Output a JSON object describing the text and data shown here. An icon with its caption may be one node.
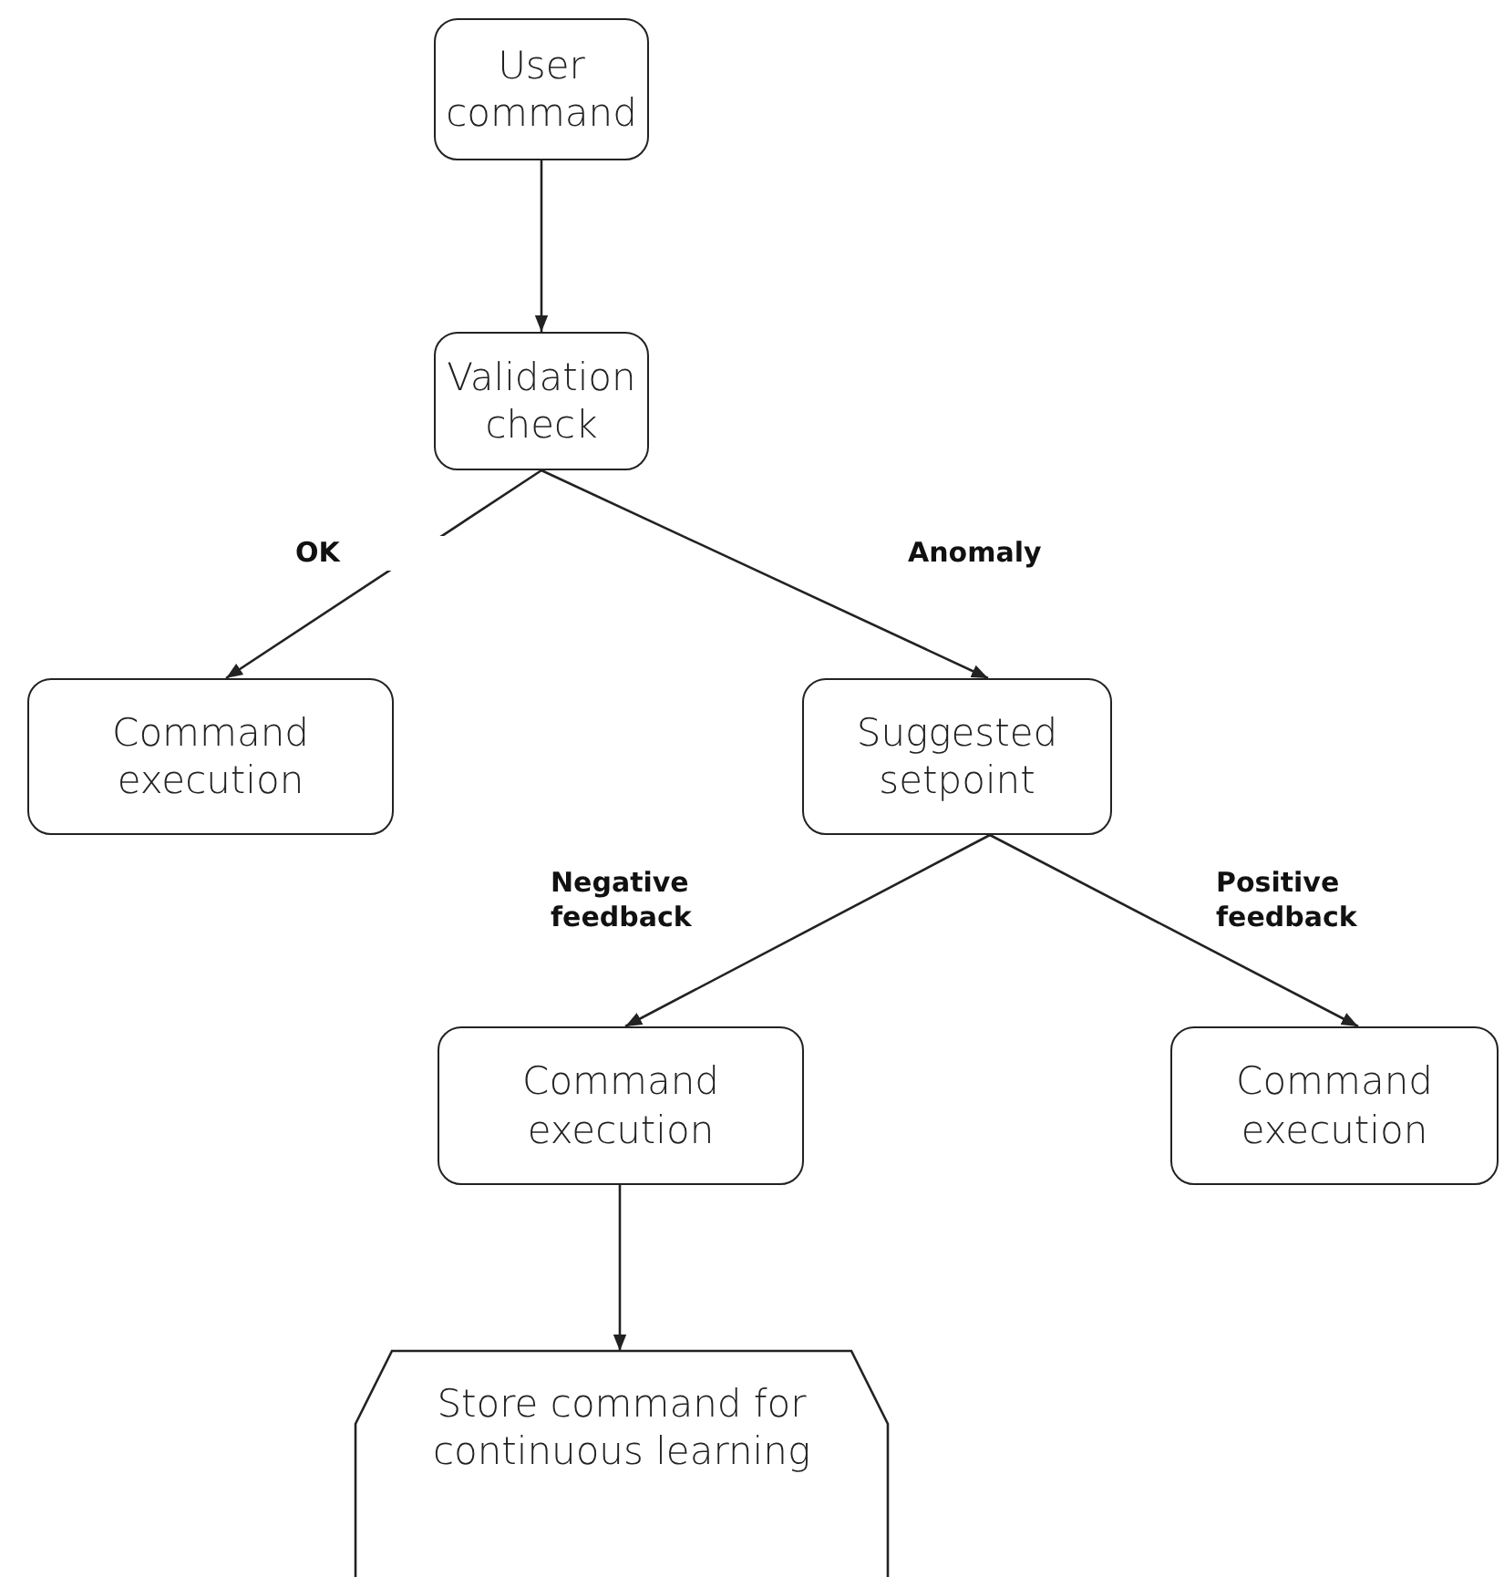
{
  "diagram": {
    "nodes": [
      {
        "text": [
          "User command"
        ]
      },
      {
        "text": [
          "Validation check"
        ]
      },
      {
        "text": [
          "Command execution"
        ]
      },
      {
        "text": [
          "Suggested setpoint"
        ]
      },
      {
        "text": [
          "Command execution"
        ]
      },
      {
        "text": [
          "Command execution"
        ]
      },
      {
        "text": [
          "Store command for continuous learning"
        ]
      }
    ],
    "edges": [
      {
        "from": 0,
        "to": 1,
        "arrow": "to"
      },
      {
        "from": 1,
        "to": 2,
        "arrow": "to",
        "label": "OK"
      },
      {
        "from": 1,
        "to": 3,
        "arrow": "to",
        "label": "Anomaly"
      },
      {
        "from": 3,
        "to": 4,
        "arrow": "to",
        "label": "Negative feedback"
      },
      {
        "from": 3,
        "to": 5,
        "arrow": "to",
        "label": "Positive feedback"
      },
      {
        "from": 4,
        "to": 6,
        "arrow": "to"
      }
    ]
  }
}
